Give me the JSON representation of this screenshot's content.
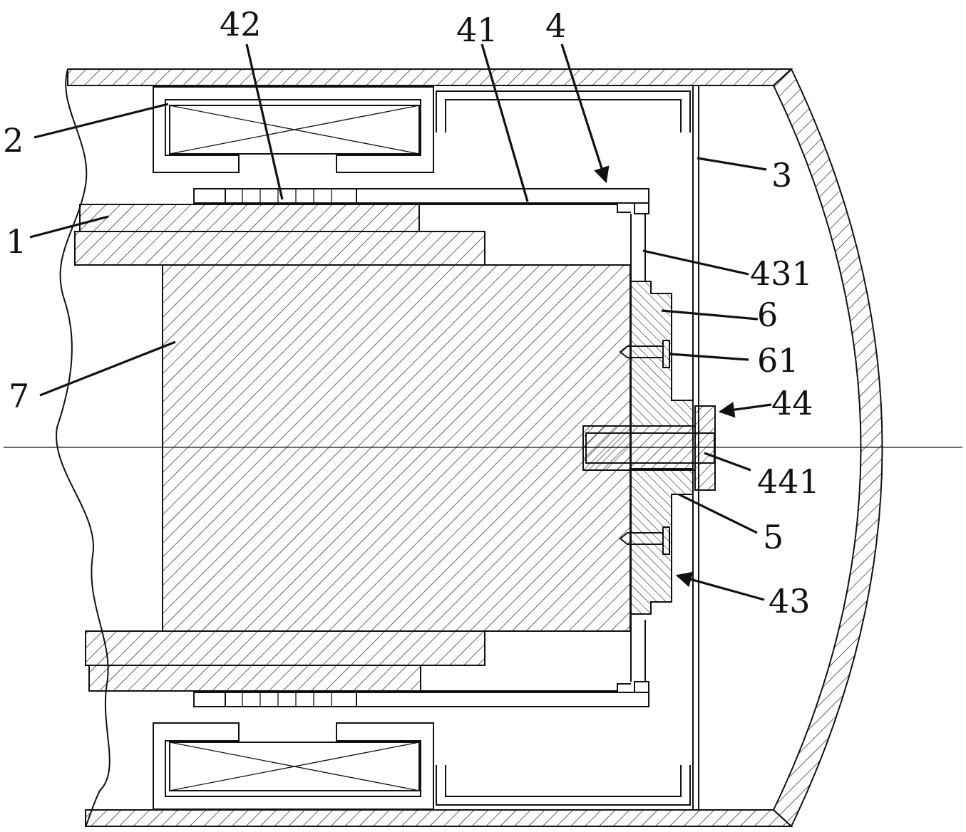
{
  "labels": {
    "l2": "2",
    "l42": "42",
    "l41": "41",
    "l4": "4",
    "l3": "3",
    "l1": "1",
    "l431": "431",
    "l6": "6",
    "l61": "61",
    "l7": "7",
    "l44": "44",
    "l441": "441",
    "l5": "5",
    "l43": "43"
  },
  "colors": {
    "line": "#111111",
    "background": "#ffffff"
  }
}
